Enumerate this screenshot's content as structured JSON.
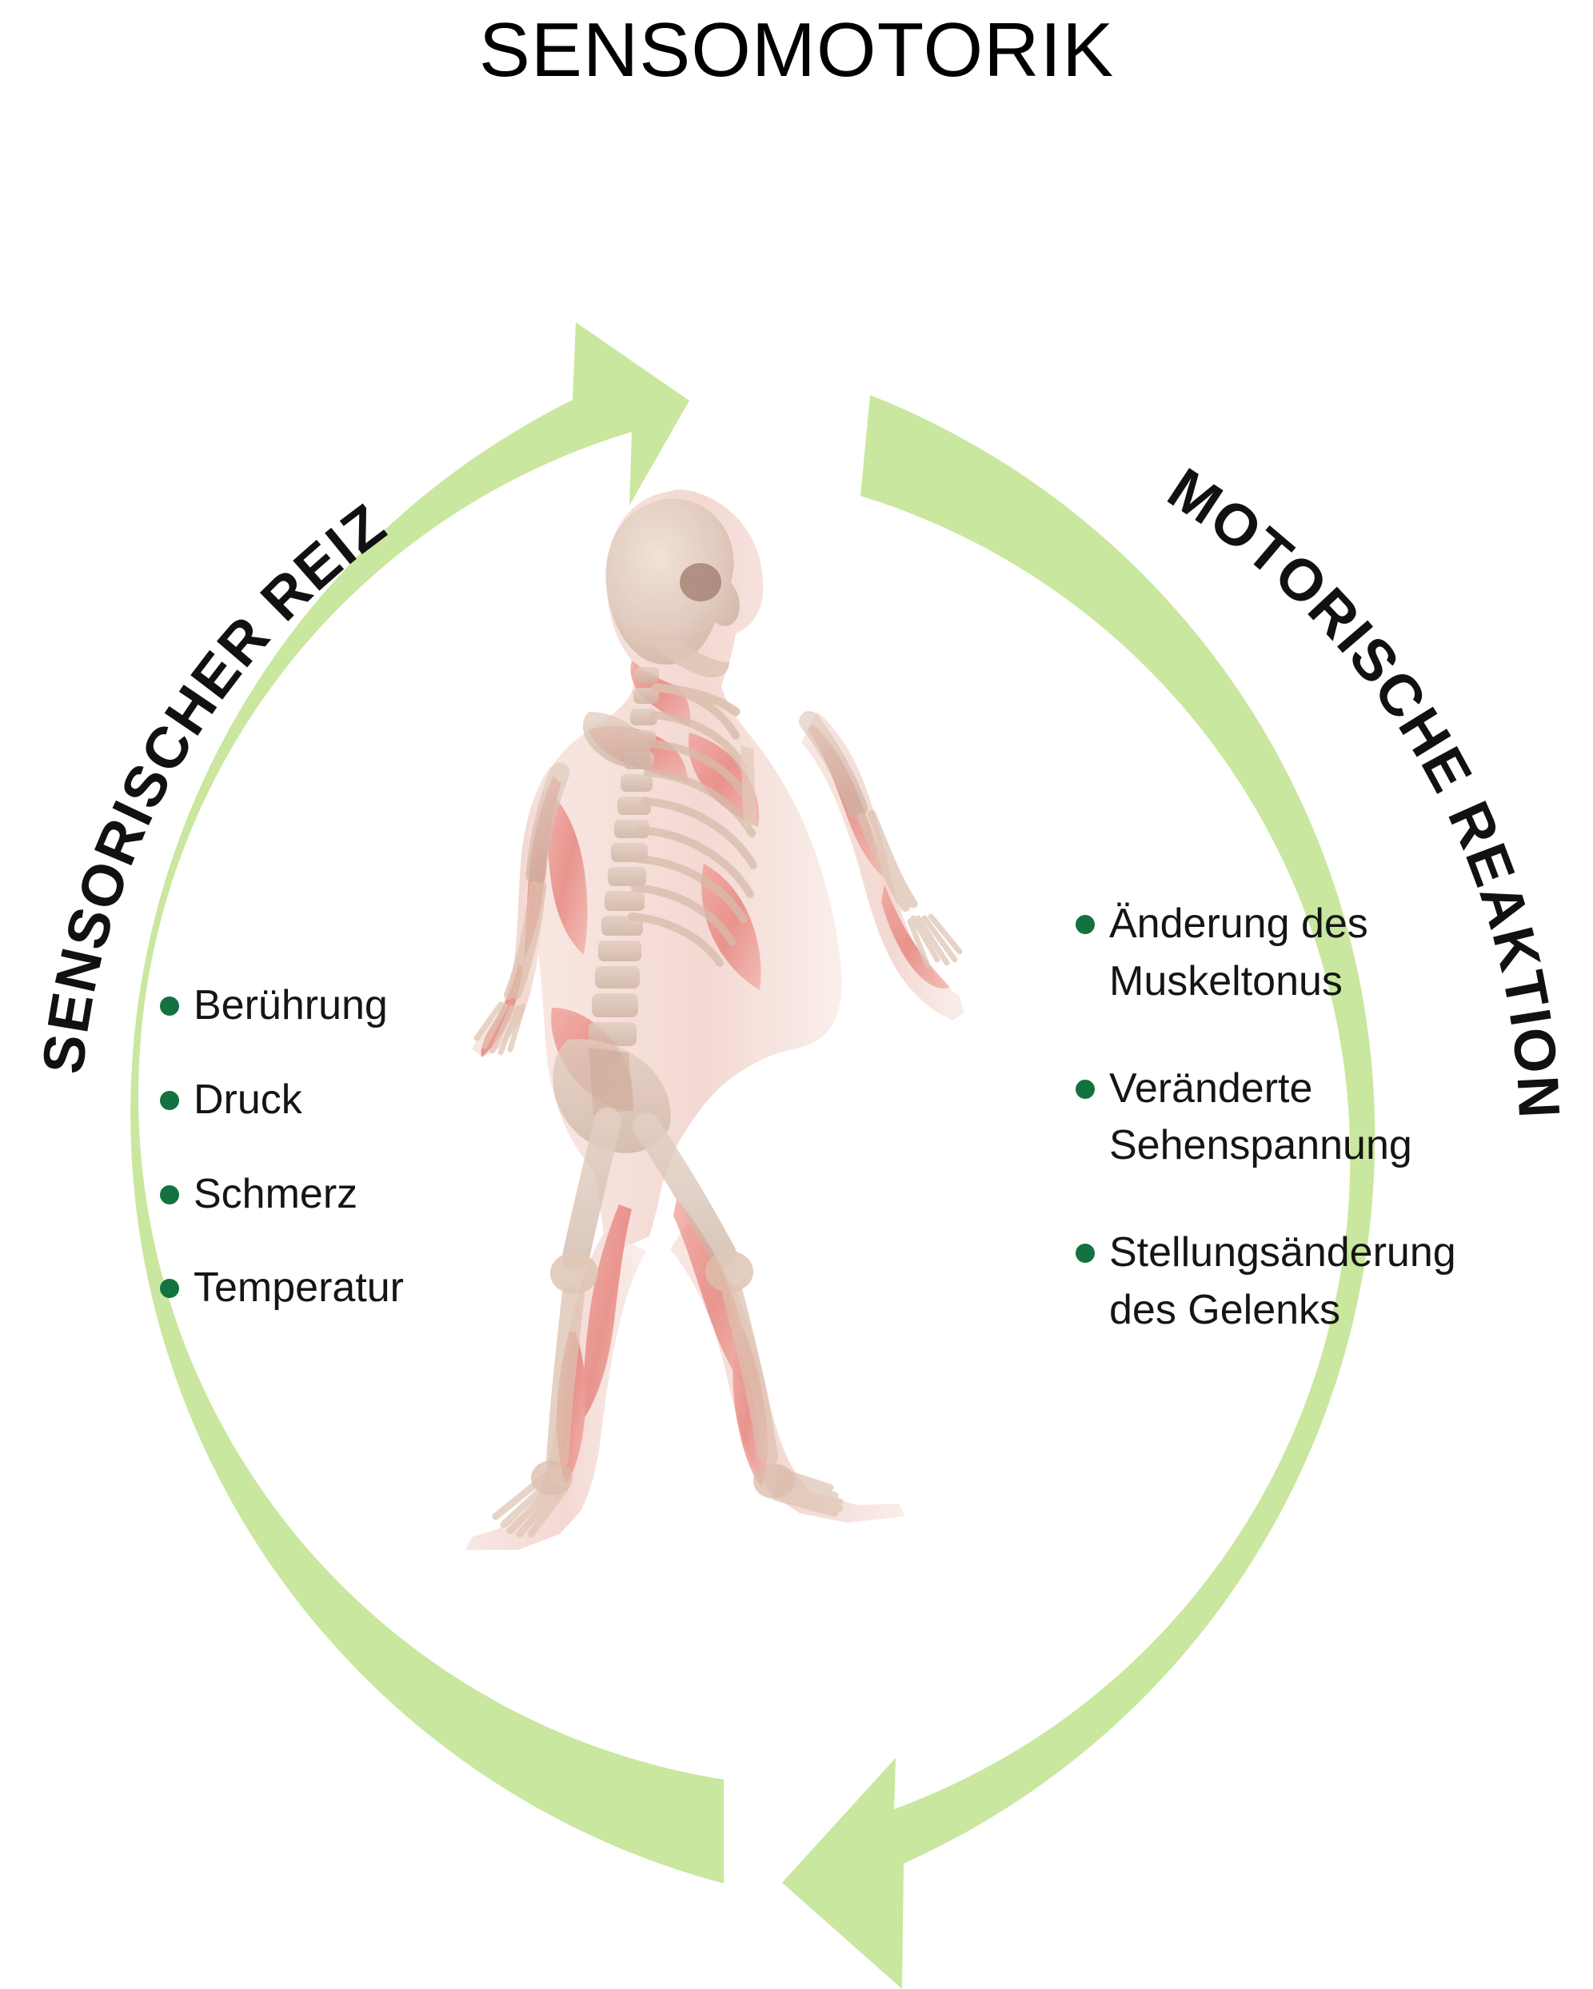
{
  "title": "SENSOMOTORIK",
  "colors": {
    "arrow_green": "#c9e79e",
    "bullet_green": "#13723f",
    "text_black": "#151515",
    "title_black": "#000000",
    "background": "#ffffff",
    "figure_flesh": "#f3d9d3",
    "figure_muscle": "#e8857f",
    "figure_bone": "#d9c4b6"
  },
  "cycle": {
    "left_arc": {
      "label": "SENSORISCHER REIZ",
      "direction": "clockwise-upward",
      "arrowhead": "top"
    },
    "right_arc": {
      "label": "MOTORISCHE REAKTION",
      "direction": "clockwise-downward",
      "arrowhead": "bottom"
    }
  },
  "left_list": {
    "items": [
      {
        "label": "Berührung"
      },
      {
        "label": "Druck"
      },
      {
        "label": "Schmerz"
      },
      {
        "label": "Temperatur"
      }
    ]
  },
  "right_list": {
    "items": [
      {
        "label": "Änderung des\nMuskeltonus"
      },
      {
        "label": "Veränderte\nSehenspannung"
      },
      {
        "label": "Stellungsänderung\ndes Gelenks"
      }
    ]
  },
  "figure": {
    "description": "Anatomische Darstellung eines gehenden Menschen mit transparenter Haut, Muskulatur und Skelett"
  }
}
